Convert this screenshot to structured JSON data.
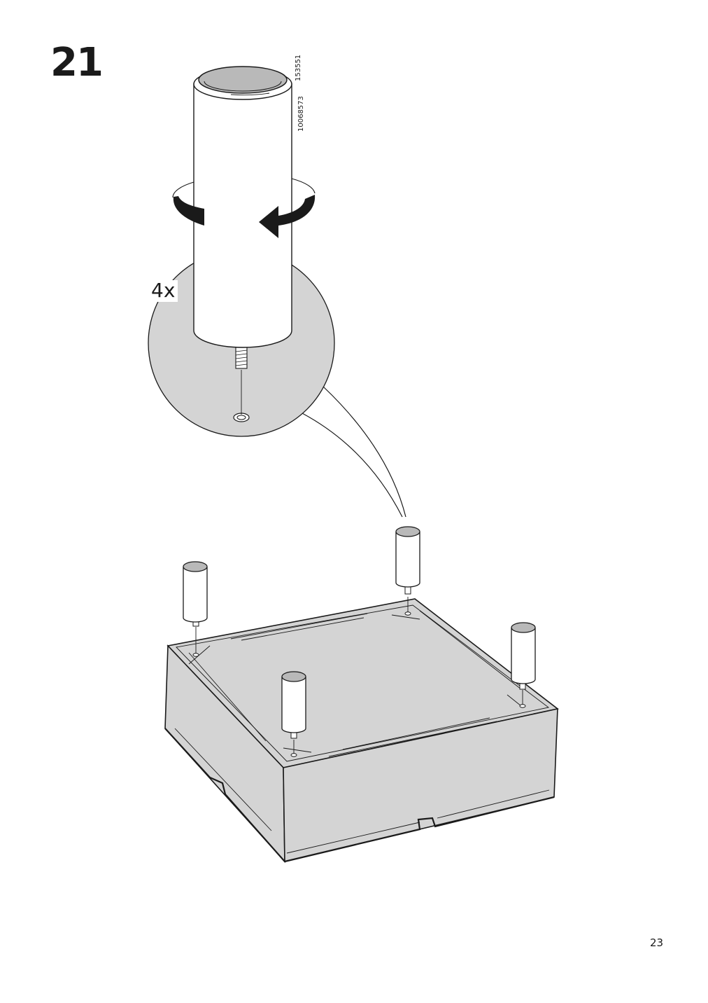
{
  "step": {
    "number": "21"
  },
  "part": {
    "code_primary": "153551",
    "code_secondary": "10068573"
  },
  "quantity": {
    "label": "4x"
  },
  "page": {
    "number": "23"
  },
  "colors": {
    "line": "#1a1a1a",
    "fill_light": "#d4d4d4",
    "fill_white": "#ffffff",
    "cap_fill": "#b9b9b9"
  },
  "icons": {
    "rotate": "rotate-clockwise-arrow-icon"
  }
}
